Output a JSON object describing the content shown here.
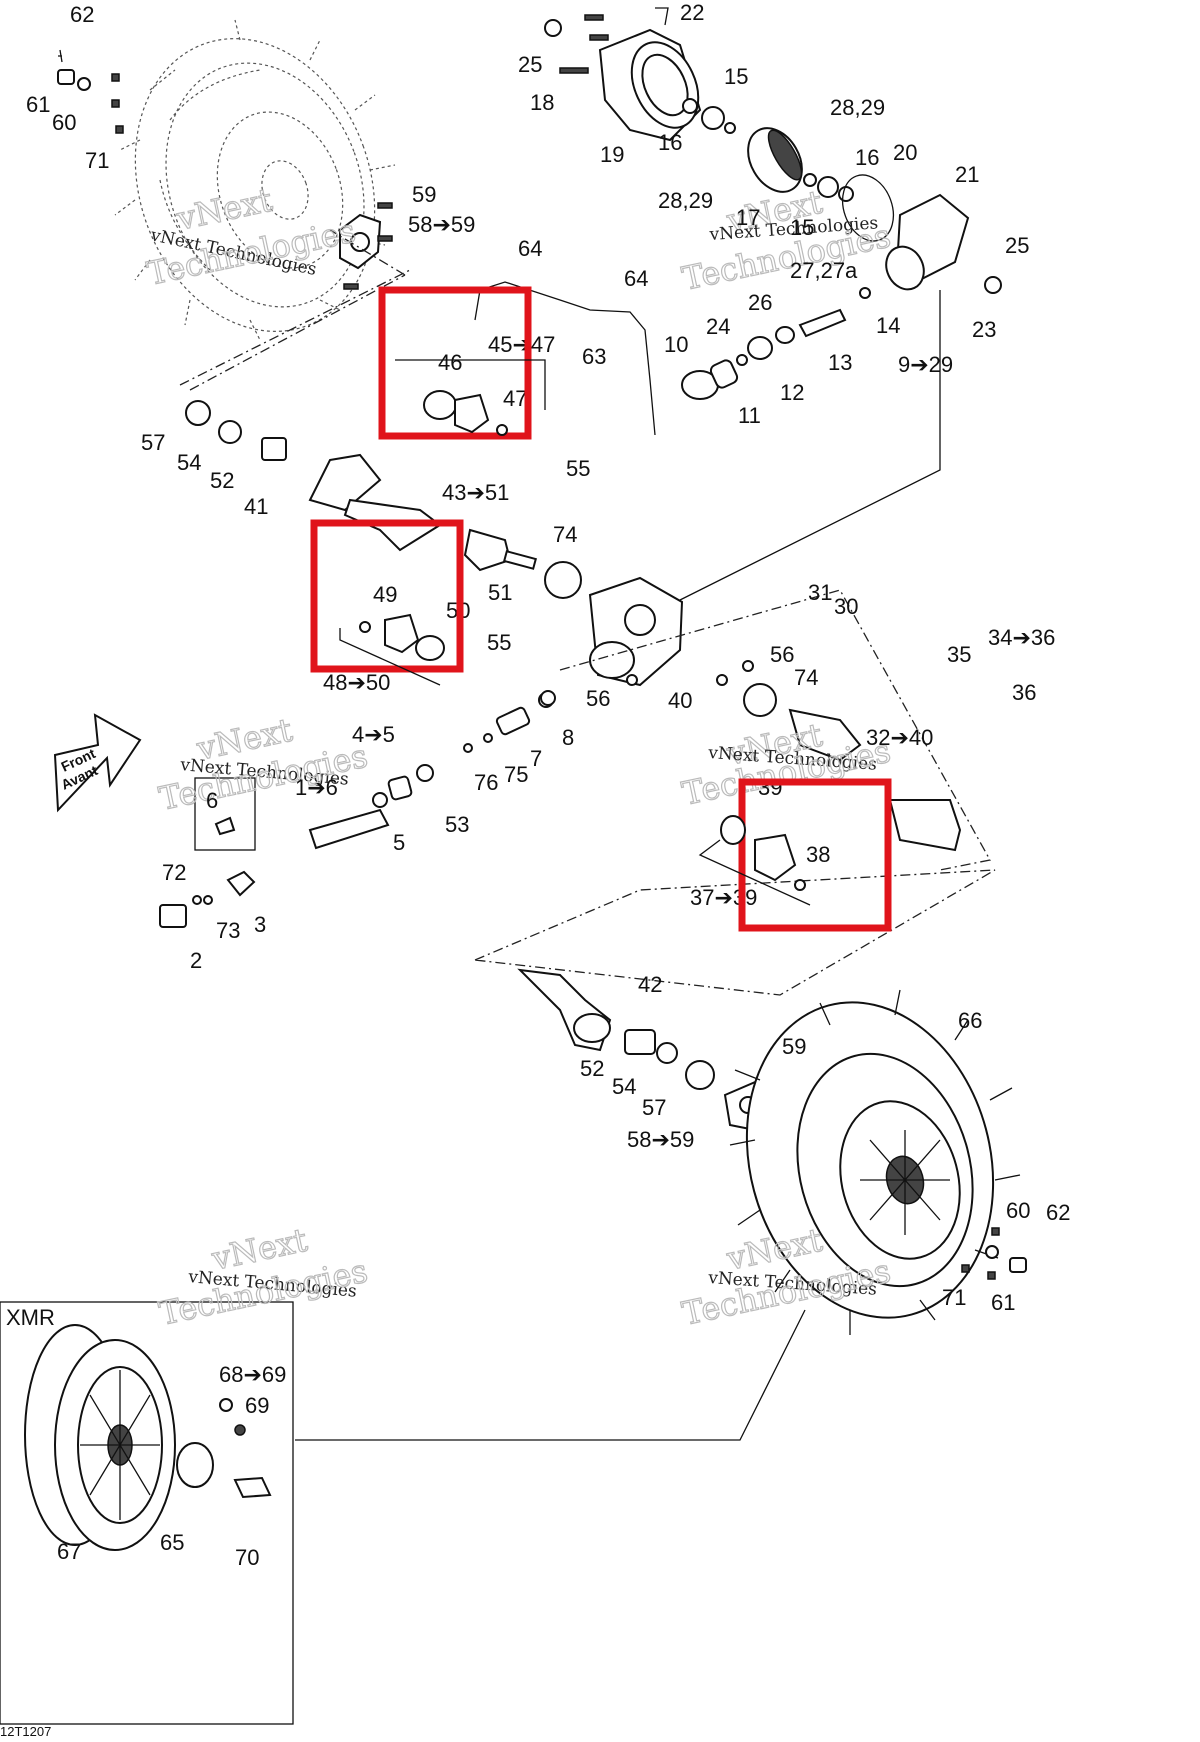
{
  "diagram_ref": "12T1207",
  "inset_title": "XMR",
  "front_arrow": {
    "line1": "Front",
    "line2": "Avant"
  },
  "watermark": {
    "small": "vNext Technologies",
    "large": "Technologies",
    "top": "vNext"
  },
  "highlight_color": "#e0141b",
  "callouts": [
    {
      "id": "62a",
      "text": "62"
    },
    {
      "id": "61a",
      "text": "61"
    },
    {
      "id": "60a",
      "text": "60"
    },
    {
      "id": "71a",
      "text": "71"
    },
    {
      "id": "59a",
      "text": "59"
    },
    {
      "id": "5859a",
      "text": "58➔59"
    },
    {
      "id": "22",
      "text": "22"
    },
    {
      "id": "25a",
      "text": "25"
    },
    {
      "id": "18",
      "text": "18"
    },
    {
      "id": "15a",
      "text": "15"
    },
    {
      "id": "19",
      "text": "19"
    },
    {
      "id": "16a",
      "text": "16"
    },
    {
      "id": "2829a",
      "text": "28,29"
    },
    {
      "id": "2829b",
      "text": "28,29"
    },
    {
      "id": "16b",
      "text": "16"
    },
    {
      "id": "20",
      "text": "20"
    },
    {
      "id": "21",
      "text": "21"
    },
    {
      "id": "17",
      "text": "17"
    },
    {
      "id": "15b",
      "text": "15"
    },
    {
      "id": "25b",
      "text": "25"
    },
    {
      "id": "2727a",
      "text": "27,27a"
    },
    {
      "id": "23",
      "text": "23"
    },
    {
      "id": "64a",
      "text": "64"
    },
    {
      "id": "64b",
      "text": "64"
    },
    {
      "id": "26",
      "text": "26"
    },
    {
      "id": "24",
      "text": "24"
    },
    {
      "id": "14",
      "text": "14"
    },
    {
      "id": "10",
      "text": "10"
    },
    {
      "id": "13",
      "text": "13"
    },
    {
      "id": "12",
      "text": "12"
    },
    {
      "id": "11",
      "text": "11"
    },
    {
      "id": "63",
      "text": "63"
    },
    {
      "id": "929",
      "text": "9➔29"
    },
    {
      "id": "46",
      "text": "46"
    },
    {
      "id": "4547",
      "text": "45➔47"
    },
    {
      "id": "47",
      "text": "47"
    },
    {
      "id": "57a",
      "text": "57"
    },
    {
      "id": "54a",
      "text": "54"
    },
    {
      "id": "52a",
      "text": "52"
    },
    {
      "id": "41",
      "text": "41"
    },
    {
      "id": "55a",
      "text": "55"
    },
    {
      "id": "4351",
      "text": "43➔51"
    },
    {
      "id": "74a",
      "text": "74"
    },
    {
      "id": "51",
      "text": "51"
    },
    {
      "id": "49",
      "text": "49"
    },
    {
      "id": "50",
      "text": "50"
    },
    {
      "id": "4850",
      "text": "48➔50"
    },
    {
      "id": "55b",
      "text": "55"
    },
    {
      "id": "31",
      "text": "31"
    },
    {
      "id": "30",
      "text": "30"
    },
    {
      "id": "3436",
      "text": "34➔36"
    },
    {
      "id": "35",
      "text": "35"
    },
    {
      "id": "36",
      "text": "36"
    },
    {
      "id": "56a",
      "text": "56"
    },
    {
      "id": "56b",
      "text": "56"
    },
    {
      "id": "74b",
      "text": "74"
    },
    {
      "id": "40",
      "text": "40"
    },
    {
      "id": "8",
      "text": "8"
    },
    {
      "id": "7",
      "text": "7"
    },
    {
      "id": "75",
      "text": "75"
    },
    {
      "id": "76",
      "text": "76"
    },
    {
      "id": "45",
      "text": "4➔5"
    },
    {
      "id": "16c",
      "text": "1➔6"
    },
    {
      "id": "5",
      "text": "5"
    },
    {
      "id": "53",
      "text": "53"
    },
    {
      "id": "3240",
      "text": "32➔40"
    },
    {
      "id": "39",
      "text": "39"
    },
    {
      "id": "38",
      "text": "38"
    },
    {
      "id": "3739",
      "text": "37➔39"
    },
    {
      "id": "6",
      "text": "6"
    },
    {
      "id": "72",
      "text": "72"
    },
    {
      "id": "73",
      "text": "73"
    },
    {
      "id": "3",
      "text": "3"
    },
    {
      "id": "2",
      "text": "2"
    },
    {
      "id": "42",
      "text": "42"
    },
    {
      "id": "66",
      "text": "66"
    },
    {
      "id": "59b",
      "text": "59"
    },
    {
      "id": "52b",
      "text": "52"
    },
    {
      "id": "54b",
      "text": "54"
    },
    {
      "id": "57b",
      "text": "57"
    },
    {
      "id": "5859b",
      "text": "58➔59"
    },
    {
      "id": "60b",
      "text": "60"
    },
    {
      "id": "62b",
      "text": "62"
    },
    {
      "id": "71b",
      "text": "71"
    },
    {
      "id": "61b",
      "text": "61"
    },
    {
      "id": "6869",
      "text": "68➔69"
    },
    {
      "id": "69",
      "text": "69"
    },
    {
      "id": "67",
      "text": "67"
    },
    {
      "id": "65",
      "text": "65"
    },
    {
      "id": "70",
      "text": "70"
    }
  ]
}
